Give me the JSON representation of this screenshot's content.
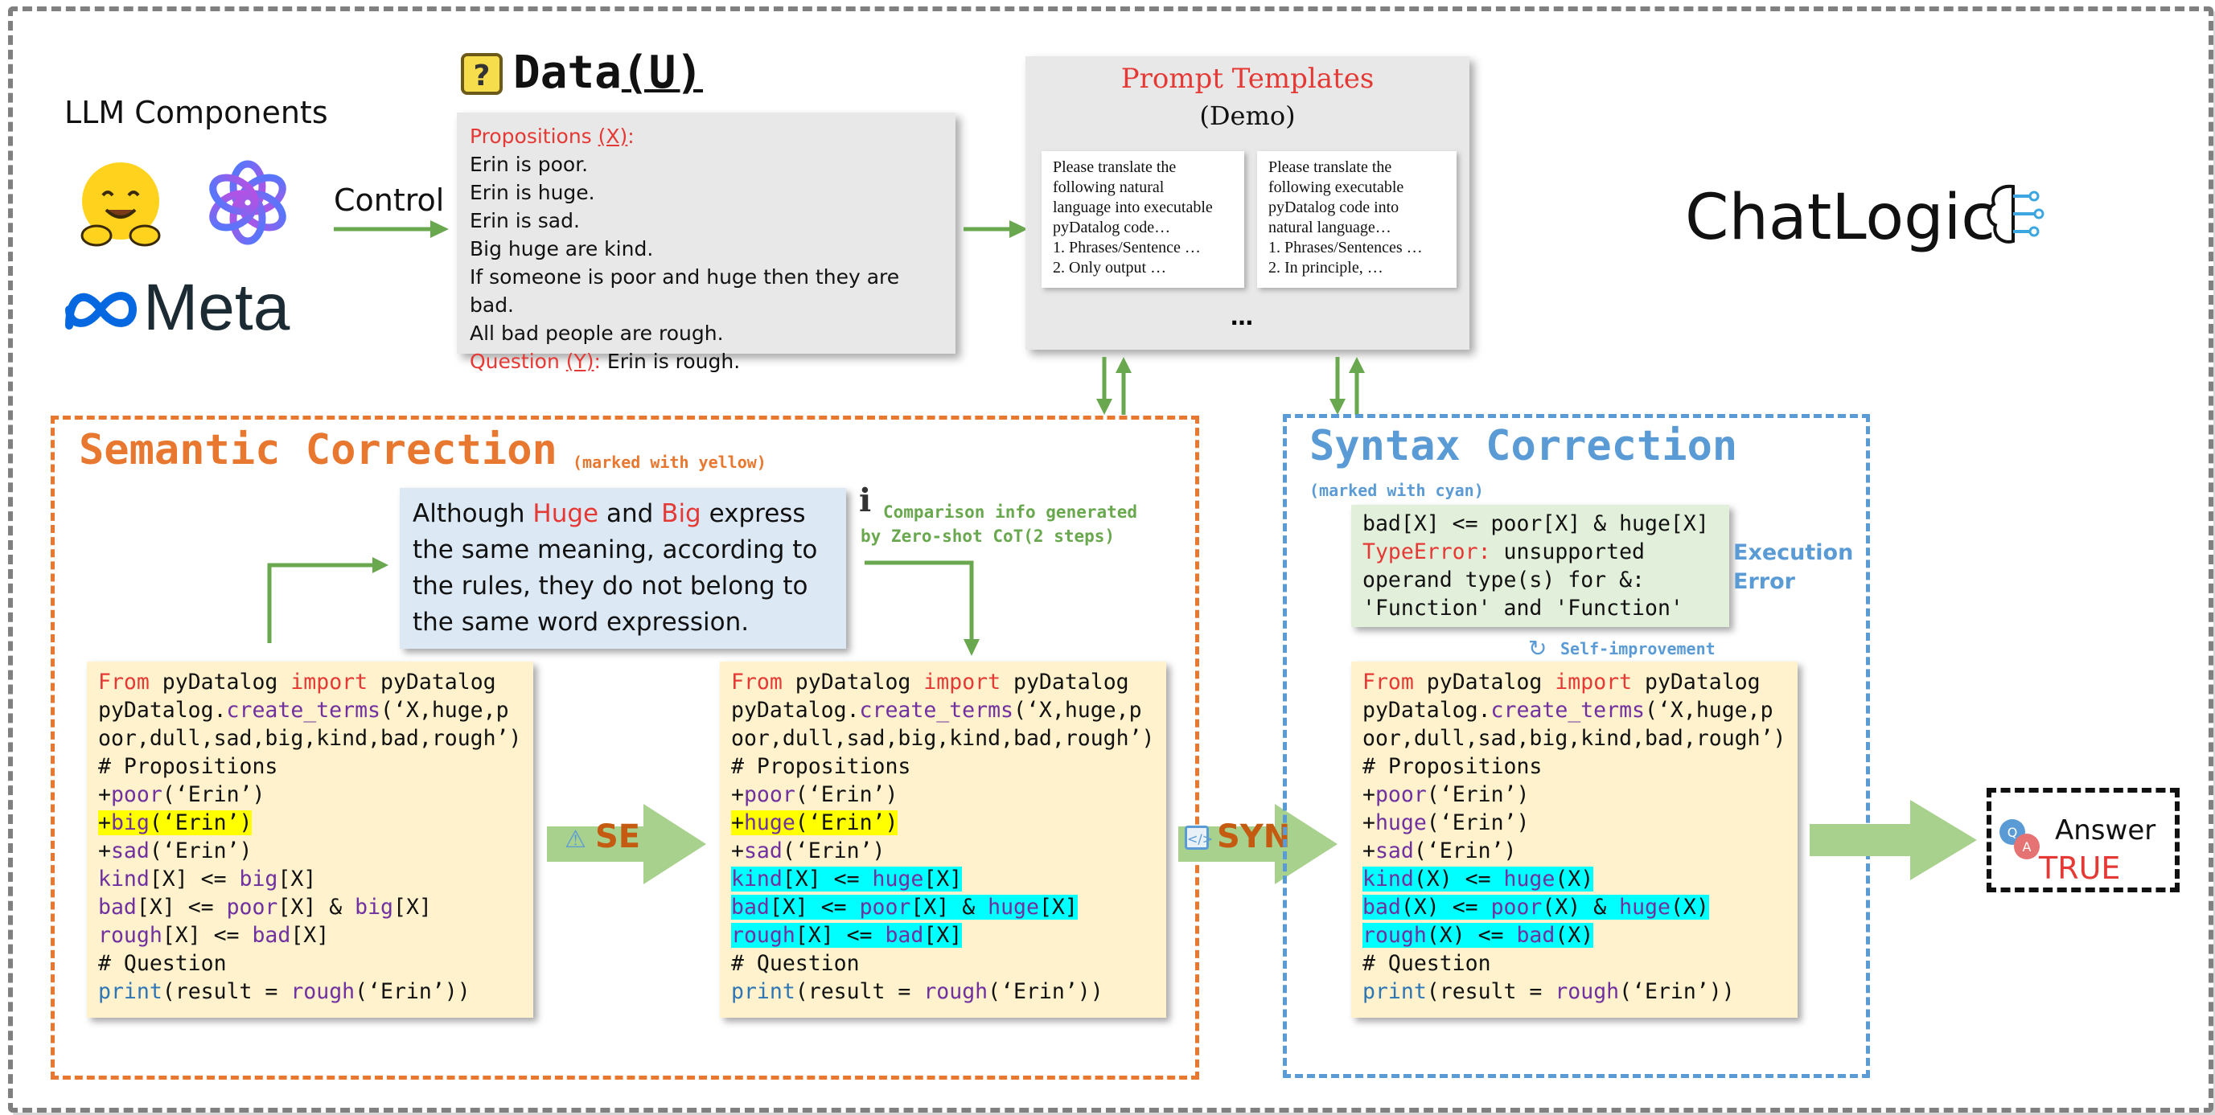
{
  "llm": {
    "title": "LLM Components",
    "meta_label": "Meta",
    "control_label": "Control"
  },
  "data": {
    "icon_glyph": "?",
    "title_prefix": "Data",
    "title_var": "(U)",
    "propositions_label": "Propositions ",
    "propositions_var": "(X)",
    "propositions_colon": ":",
    "lines": [
      "Erin is poor.",
      "Erin is huge.",
      "Erin is sad.",
      "Big huge are kind.",
      "If someone is poor and huge then they are bad.",
      "All bad people are rough."
    ],
    "question_label": "Question ",
    "question_var": "(Y)",
    "question_colon": ":",
    "question_text": " Erin is rough."
  },
  "prompt": {
    "title": "Prompt Templates",
    "subtitle": "(Demo)",
    "card1": [
      "Please translate the",
      "following natural",
      "language into executable",
      "pyDatalog code…",
      "1. Phrases/Sentence …",
      "2. Only output …"
    ],
    "card2": [
      "Please translate the",
      "following executable",
      "pyDatalog code into",
      "natural language…",
      "1. Phrases/Sentences …",
      "2. In principle, …"
    ],
    "ellipsis": "…"
  },
  "brand": {
    "name": "ChatLogic"
  },
  "semantic": {
    "title": "Semantic Correction",
    "subtitle": "(marked with yellow)",
    "explanation": {
      "p1": "Although ",
      "w1": "Huge",
      "p2": " and ",
      "w2": "Big",
      "p3": " express the same meaning, according to the rules, they do not belong to the same word expression."
    },
    "info_line1": "Comparison info generated",
    "info_line2": "by Zero-shot CoT(2 steps)",
    "arrow_label": "SE"
  },
  "syntax": {
    "title": "Syntax Correction",
    "subtitle": "(marked with cyan)",
    "error_lines": {
      "l1": "bad[X] <= poor[X] & huge[X]",
      "l2_kw": "TypeError:",
      "l2_rest": " unsupported",
      "l3": "operand type(s) for &:",
      "l4": "'Function' and 'Function'"
    },
    "exec_error_1": "Execution",
    "exec_error_2": "Error",
    "self_improvement": "Self-improvement",
    "arrow_label": "SYN"
  },
  "code": {
    "import_kw1": "From",
    "import_mid": " pyDatalog ",
    "import_kw2": "import",
    "import_end": " pyDatalog",
    "create_prefix": "pyDatalog.",
    "create_fn": "create_terms",
    "create_args1": "(‘X,huge,p",
    "create_args2": "oor,dull,sad,big,kind,bad,rough’)",
    "comment_props": "# Propositions",
    "comment_question": "# Question",
    "fact_erin": "(‘Erin’)",
    "print_fn": "print",
    "print_mid": "(result = ",
    "print_end": "(‘Erin’))"
  },
  "answer": {
    "label": "Answer",
    "value": "TRUE"
  }
}
